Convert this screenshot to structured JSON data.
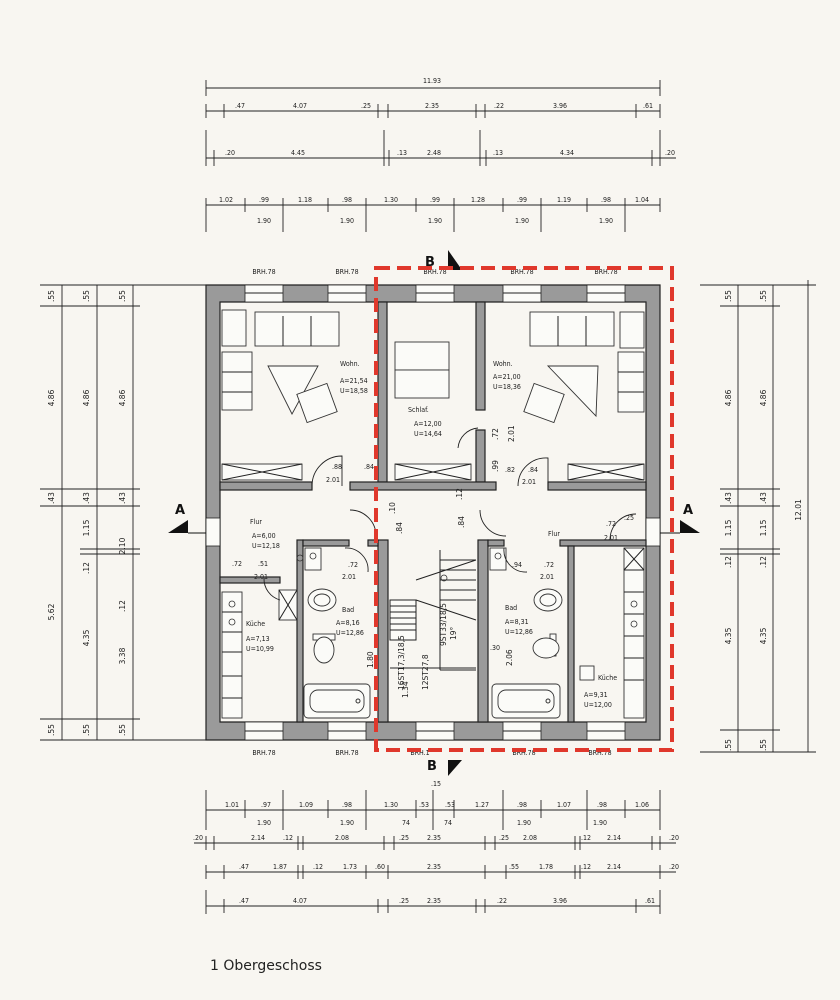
{
  "caption": "1 Obergeschoss",
  "section_labels": {
    "a_left": "A",
    "a_right": "A",
    "b_top": "B",
    "b_bottom": "B"
  },
  "top_dims": {
    "overall": "11.93",
    "row1": [
      ".47",
      "4.07",
      ".25",
      "2.35",
      ".22",
      "3.96",
      ".61"
    ],
    "row2": [
      ".20",
      "4.45",
      ".13",
      "2.48",
      ".13",
      "4.34",
      ".20"
    ],
    "row3": [
      "1.02",
      ".99",
      "1.18",
      ".98",
      "1.30",
      ".99",
      "1.28",
      ".99",
      "1.19",
      ".98",
      "1.04"
    ],
    "row4": [
      "1.90",
      "1.90",
      "1.90",
      "1.90",
      "1.90"
    ]
  },
  "bottom_dims": {
    "r1_top": ".15",
    "r1": [
      "1.01",
      ".97",
      "1.09",
      ".98",
      "1.30",
      ".53",
      ".53",
      "1.27",
      ".98",
      "1.07",
      ".98",
      "1.06"
    ],
    "r2": [
      "1.90",
      "1.90",
      "74",
      "74",
      "1.90",
      "1.90"
    ],
    "r3": [
      ".20",
      "2.14",
      ".12",
      "2.08",
      ".25",
      "2.35",
      ".25",
      "2.08",
      ".12",
      "2.14",
      ".20"
    ],
    "r4": [
      ".47",
      "1.87",
      ".12",
      "1.73",
      ".60",
      "2.35",
      ".55",
      "1.78",
      ".12",
      "2.14",
      ".20"
    ],
    "r5": [
      ".47",
      "4.07",
      ".25",
      "2.35",
      ".22",
      "3.96",
      ".61"
    ]
  },
  "left_dims": {
    "c1": [
      ".55",
      "4.86",
      ".43",
      "5.62",
      ".55"
    ],
    "c2": [
      ".55",
      "4.86",
      ".43",
      "1.15",
      ".12",
      "4.35",
      ".55"
    ],
    "c3": [
      ".55",
      "4.86",
      ".43",
      "2.10",
      ".12",
      "3.38",
      ".55"
    ]
  },
  "right_dims": {
    "c1": [
      ".55",
      "4.86",
      ".43",
      "1.15",
      ".12",
      "4.35",
      ".55"
    ],
    "c2": [
      ".55",
      "4.86",
      ".43",
      "1.15",
      ".12",
      "4.35",
      ".55"
    ],
    "overall": "12.01"
  },
  "brh": {
    "top": [
      "BRH.78",
      "BRH.78",
      "BRH.78",
      "BRH.78",
      "BRH.78"
    ],
    "bottom": [
      "BRH.78",
      "BRH.78",
      "BRH.1",
      "BRH.78",
      "BRH.78"
    ]
  },
  "rooms": {
    "wohn_left": {
      "name": "Wohn.",
      "a": "A=21,54",
      "u": "U=18,58"
    },
    "schlaf": {
      "name": "Schlaf.",
      "a": "A=12,00",
      "u": "U=14,64"
    },
    "wohn_right": {
      "name": "Wohn.",
      "a": "A=21,00",
      "u": "U=18,36"
    },
    "flur_left": {
      "name": "Flur",
      "a": "A=6,00",
      "u": "U=12,18"
    },
    "flur_right": {
      "name": "Flur"
    },
    "bad_left": {
      "name": "Bad",
      "a": "A=8,16",
      "u": "U=12,86"
    },
    "bad_right": {
      "name": "Bad",
      "a": "A=8,31",
      "u": "U=12,86"
    },
    "kueche_left": {
      "name": "Küche",
      "a": "A=7,13",
      "u": "U=10,99"
    },
    "kueche_right": {
      "name": "Küche",
      "a": "A=9,31",
      "u": "U=12,00"
    }
  },
  "door_labels": {
    "d1": ".88",
    "d1b": "2.01",
    "d2": ".84",
    "d3": ".72",
    "d3b": "2.01",
    "d4": ".99",
    "d5": ".82",
    "d6": ".84",
    "d6b": "2.01",
    "d7": ".72",
    "d7b": "2.01",
    "d8": ".25",
    "d9": ".10",
    "d10": ".84",
    "d11": ".84",
    "d12": ".12",
    "d13": ".72",
    "d13b": "2.01",
    "d14": ".51",
    "d15": "2.01",
    "d16": ".94",
    "d17": ".72",
    "d17b": "2.01",
    "d18": ".72",
    "d19": "1.80",
    "d20": "1.34",
    "d21": ".30",
    "d22": "2.06"
  },
  "stair_labels": {
    "s1": "16ST17,3/18,5",
    "s2": "12ST27,8",
    "s3": "9ST33/18,5",
    "s4": "19°"
  }
}
